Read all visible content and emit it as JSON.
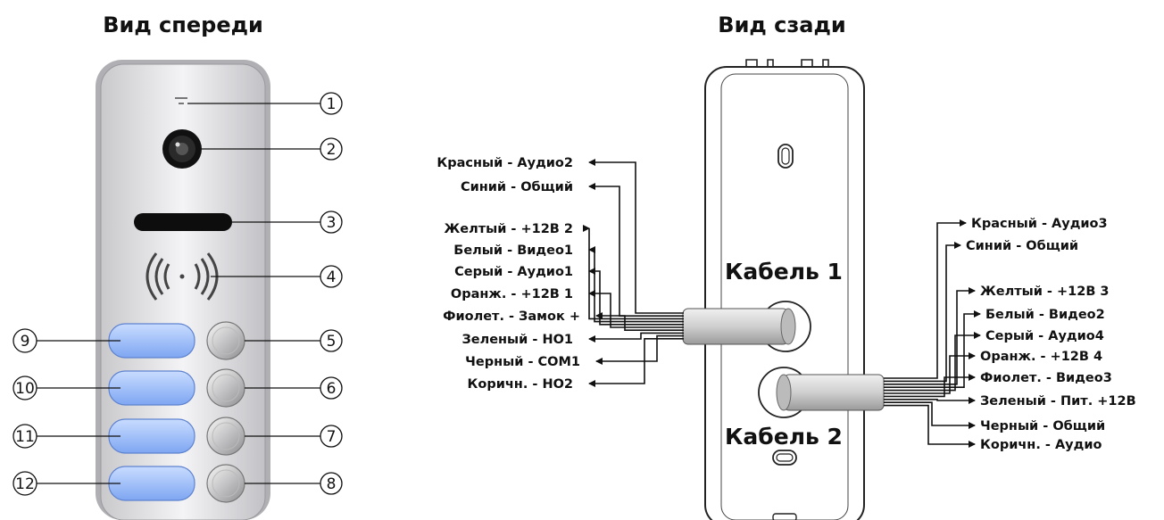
{
  "front_title": "Вид спереди",
  "back_title": "Вид сзади",
  "callouts": [
    "1",
    "2",
    "3",
    "4",
    "5",
    "6",
    "7",
    "8",
    "9",
    "10",
    "11",
    "12"
  ],
  "cable1": {
    "label": "Кабель 1",
    "wires": [
      "Красный - Аудио2",
      "Синий - Общий",
      "Желтый - +12В 2",
      "Белый - Видео1",
      "Серый - Аудио1",
      "Оранж. - +12В 1",
      "Фиолет. - Замок +",
      "Зеленый - НО1",
      "Черный - COM1",
      "Коричн. - НО2"
    ]
  },
  "cable2": {
    "label": "Кабель 2",
    "wires": [
      "Красный - Аудио3",
      "Синий - Общий",
      "Желтый - +12В 3",
      "Белый - Видео2",
      "Серый - Аудио4",
      "Оранж. - +12В 4",
      "Фиолет. - Видео3",
      "Зеленый - Пит. +12В",
      "Черный - Общий",
      "Коричн. - Аудио"
    ]
  }
}
